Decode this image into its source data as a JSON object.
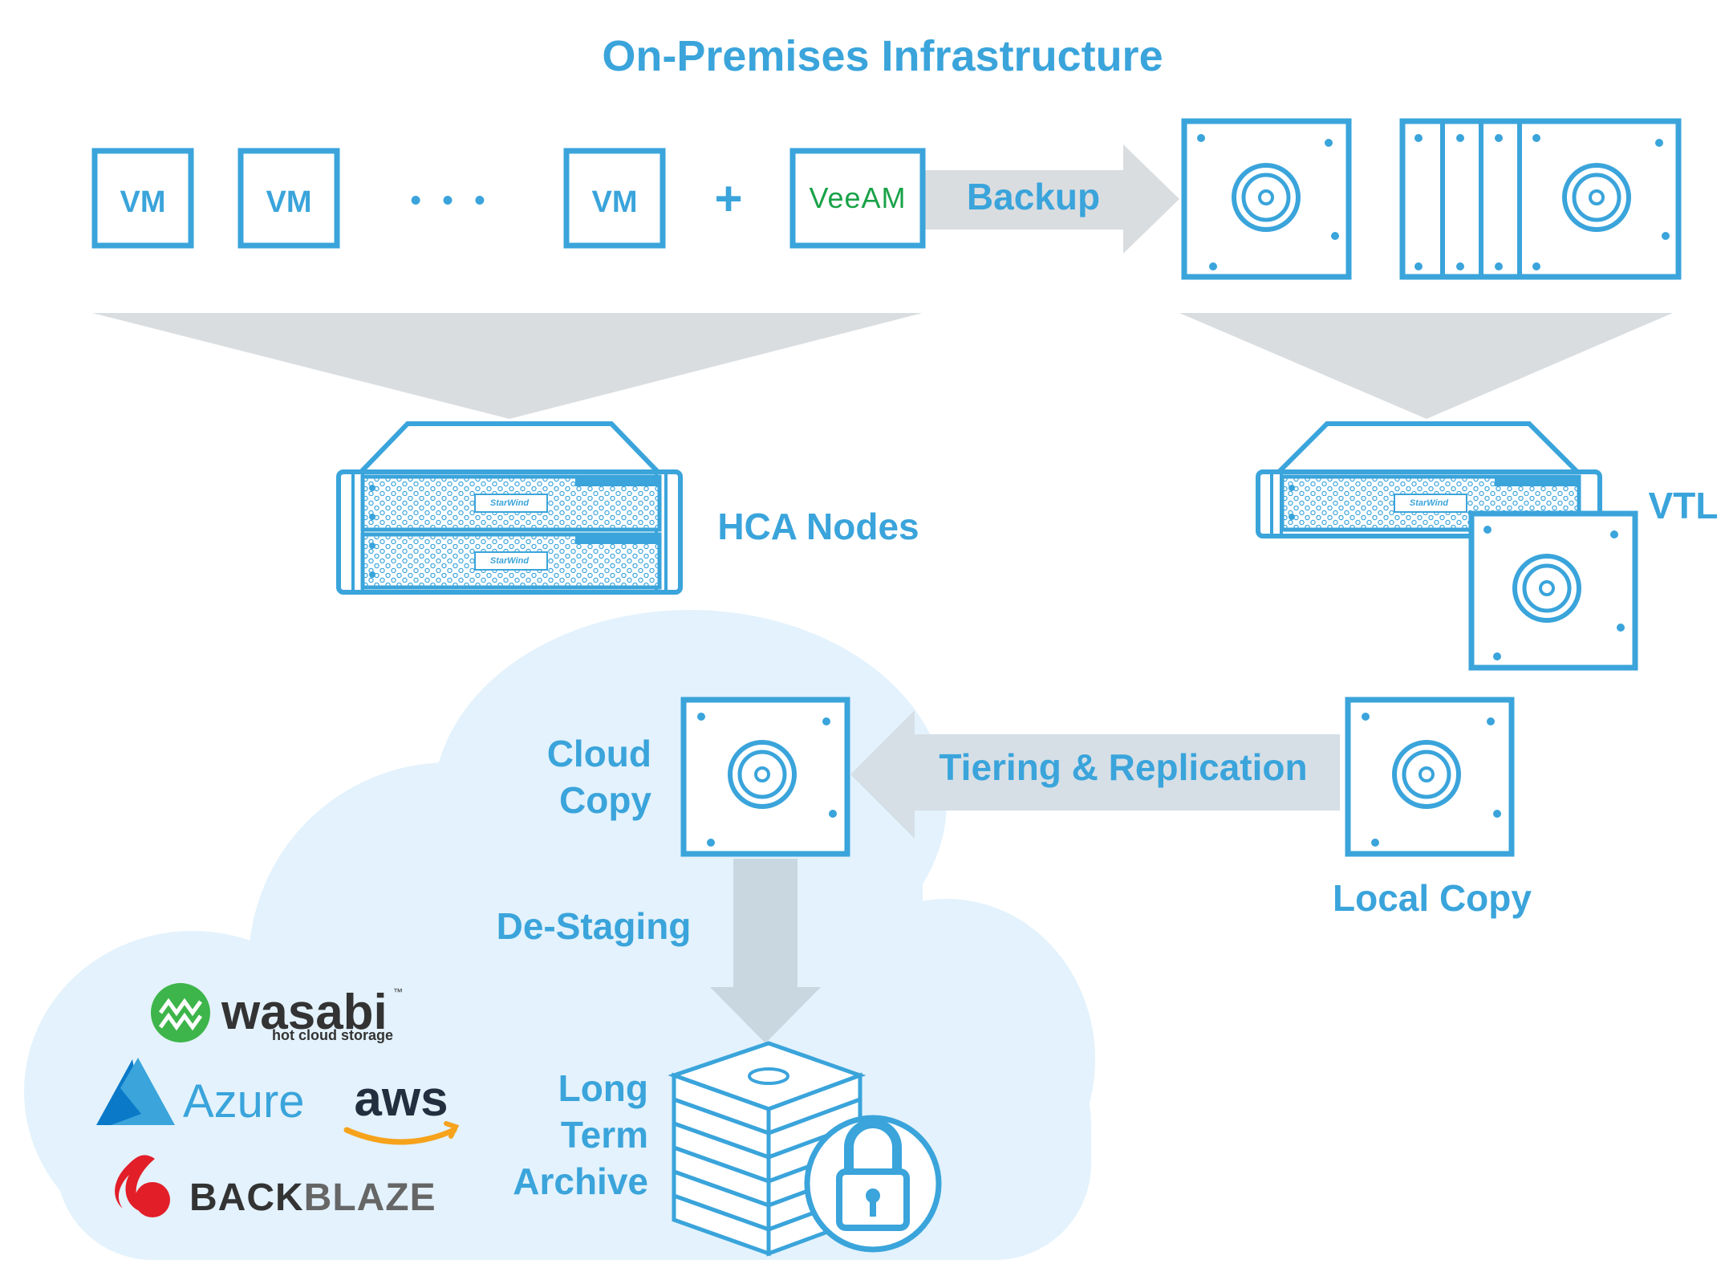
{
  "title": "On-Premises Infrastructure",
  "vm_label": "VM",
  "ellipsis": "• • •",
  "plus": "+",
  "veeam": "VeeAM",
  "backup": "Backup",
  "hca_nodes": "HCA Nodes",
  "vtl": "VTL",
  "tiering": "Tiering & Replication",
  "local_copy": "Local Copy",
  "cloud_copy_line1": "Cloud",
  "cloud_copy_line2": "Copy",
  "de_staging": "De-Staging",
  "archive_line1": "Long",
  "archive_line2": "Term",
  "archive_line3": "Archive",
  "server_brand": "StarWind",
  "providers": {
    "wasabi": "wasabi",
    "wasabi_tm": "™",
    "wasabi_tagline": "hot cloud storage",
    "azure": "Azure",
    "aws": "aws",
    "backblaze_1": "BACK",
    "backblaze_2": "BLAZE"
  },
  "colors": {
    "accent": "#3AA4DB",
    "arrow_gray": "#DADDE0",
    "cloud_fill": "#E3F2FC",
    "veeam_green": "#19A248",
    "backblaze_red": "#E21E29",
    "dark_text": "#333333"
  }
}
